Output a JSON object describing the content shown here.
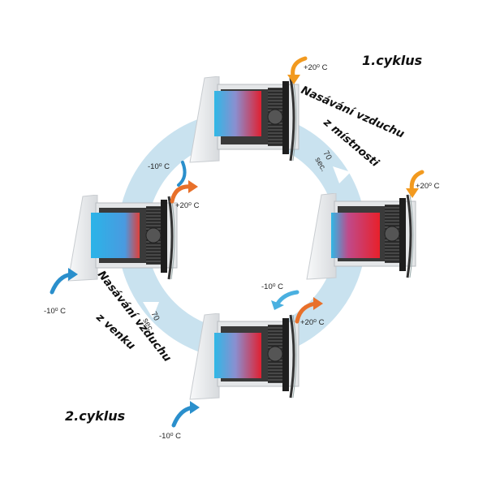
{
  "labels": {
    "cycle1": "1.cyklus",
    "cycle2": "2.cyklus",
    "intake_room_line1": "Nasávání vzduchu",
    "intake_room_line2": "z místnosti",
    "intake_out_line1": "Nasávání vzduchu",
    "intake_out_line2": "z venku",
    "duration_1": "70",
    "duration_2": "70",
    "duration_unit_1": "sec.",
    "duration_unit_2": "sec."
  },
  "temperatures": {
    "top_warm": "+20⁰ C",
    "top_cold": "-10⁰ C",
    "right_warm": "+20⁰ C",
    "right_cold": "-10⁰ C",
    "left_warm": "+20⁰ C",
    "left_cold": "-10⁰ C",
    "bottom_warm": "+20⁰ C",
    "bottom_cold": "-10⁰ C"
  },
  "colors": {
    "warm_arrow": "#e8702a",
    "warm_arrow_top": "#f29a1f",
    "cold_arrow": "#2a8fcc",
    "cold_arrow_light": "#4ab0e0",
    "ring": "#c9e2ef",
    "heat_cold": "#2fb8e6",
    "heat_hot": "#e02030",
    "panel": "#eef0f2",
    "fan": "#333333"
  }
}
